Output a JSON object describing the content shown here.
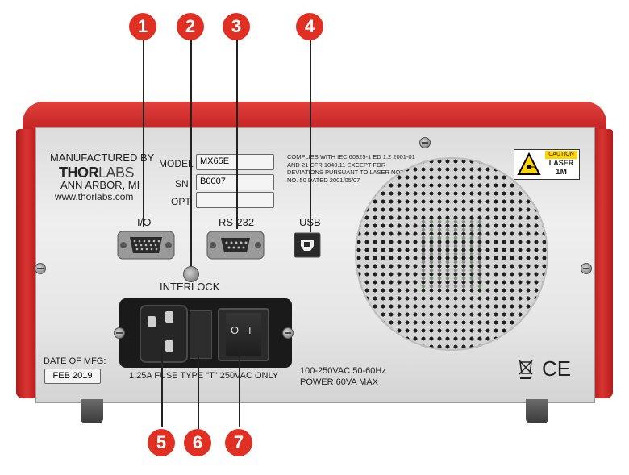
{
  "manufacturer": {
    "line1": "MANUFACTURED BY",
    "brand_thor": "THOR",
    "brand_labs": "LABS",
    "city": "ANN ARBOR, MI",
    "website": "www.thorlabs.com"
  },
  "info_fields": {
    "model_label": "MODEL",
    "model_value": "MX65E",
    "sn_label": "SN",
    "sn_value": "B0007",
    "opt_label": "OPT",
    "opt_value": ""
  },
  "compliance_text": [
    "COMPLIES WITH IEC 60825-1 ED 1.2 2001-01",
    "AND 21 CFR 1040.11 EXCEPT FOR",
    "DEVIATIONS PURSUANT TO LASER NOTICE",
    "NO. 50 DATED 2001/05/07"
  ],
  "laser_label": {
    "caution": "CAUTION",
    "line1": "LASER",
    "line2": "1M"
  },
  "ports": {
    "io": "I/O",
    "rs232": "RS-232",
    "usb": "USB",
    "interlock": "INTERLOCK"
  },
  "mfg_date": {
    "label": "DATE OF MFG:",
    "value": "FEB 2019"
  },
  "fuse_text": "1.25A FUSE TYPE \"T\" 250VAC ONLY",
  "power_rating": {
    "line1": "100-250VAC 50-60Hz",
    "line2": "POWER 60VA MAX"
  },
  "switch_marks": {
    "on": "I",
    "off": "O"
  },
  "marks": {
    "ce": "CE"
  },
  "callouts": [
    "1",
    "2",
    "3",
    "4",
    "5",
    "6",
    "7"
  ],
  "colors": {
    "callout": "#e03024",
    "housing": "#c62828"
  }
}
